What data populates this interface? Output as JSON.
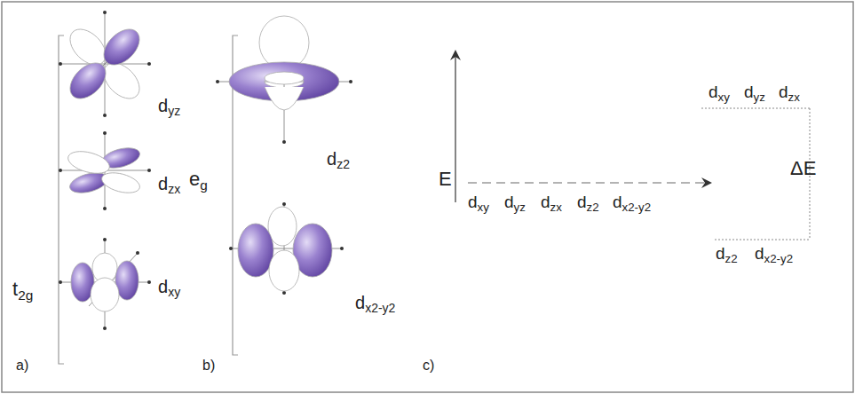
{
  "diagram": {
    "labels": [
      "t2g",
      "dyz",
      "dzx",
      "dxy",
      "eg",
      "dz2",
      "dx2-y2",
      "E",
      "dxy",
      "dyz",
      "dzx",
      "dz2",
      "dx2-y2",
      "dxy",
      "dyz",
      "dzx",
      "ΔE",
      "dz2",
      "dx2-y2",
      "a)",
      "b)",
      "c)"
    ]
  }
}
